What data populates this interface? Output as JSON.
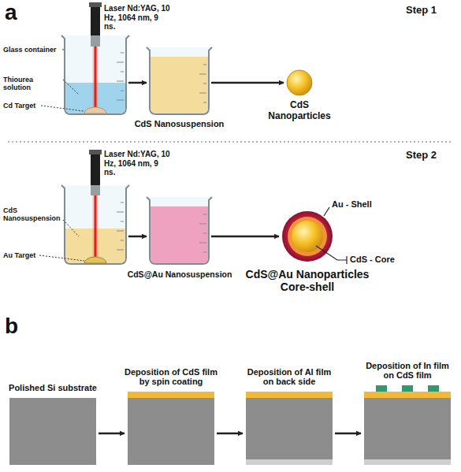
{
  "diagram": {
    "nodes": [
      {
        "text": [
          "Laser Nd:YAG, 10 Hz, 1064 nm, 9 ns."
        ]
      },
      {
        "text": [
          "CdS Nanosuspension"
        ]
      },
      {
        "text": [
          "CdS Nanoparticles"
        ]
      },
      {
        "text": [
          "Laser Nd:YAG, 10 Hz, 1064 nm, 9 ns."
        ]
      },
      {
        "text": [
          "CdS@Au Nanosuspension"
        ]
      },
      {
        "text": [
          "CdS@Au Nanoparticles Core-shell"
        ]
      },
      {
        "text": [
          "Polished Si substrate"
        ]
      },
      {
        "text": [
          "Deposition of CdS film by spin coating"
        ]
      },
      {
        "text": [
          "Deposition of Al film on back side"
        ]
      },
      {
        "text": [
          "Deposition of In film on CdS film"
        ]
      }
    ],
    "edges": [
      {
        "from": 0,
        "to": 1,
        "arrow": "to"
      },
      {
        "from": 1,
        "to": 2,
        "arrow": "to"
      },
      {
        "from": 3,
        "to": 4,
        "arrow": "to"
      },
      {
        "from": 4,
        "to": 5,
        "arrow": "to"
      },
      {
        "from": 6,
        "to": 7,
        "arrow": "to"
      },
      {
        "from": 7,
        "to": 8,
        "arrow": "to"
      },
      {
        "from": 8,
        "to": 9,
        "arrow": "to"
      }
    ],
    "labels": [
      "a",
      "Step 1",
      "Glass container",
      "Thiourea solution",
      "Cd Target",
      "Step 2",
      "CdS Nanosuspension",
      "Au Target",
      "Au - Shell",
      "CdS - Core",
      "b"
    ]
  }
}
